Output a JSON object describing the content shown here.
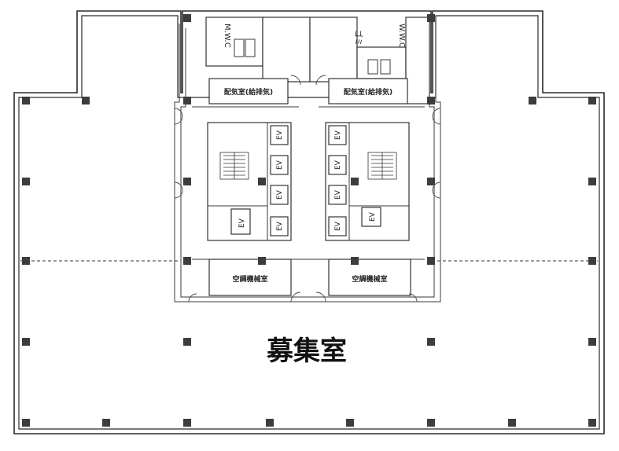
{
  "floor_plan": {
    "main_label": "募集室",
    "labels": {
      "wc_left": "M.W.C",
      "wc_right": "W.W.C",
      "top_center": "ゴミ",
      "room_top_left": "配気室(給排気)",
      "room_top_right": "配気室(給排気)",
      "room_bottom_left": "空調機械室",
      "room_bottom_right": "空調機械室"
    },
    "elevators": [
      {
        "label": "EV"
      },
      {
        "label": "EV"
      },
      {
        "label": "EV"
      },
      {
        "label": "EV"
      },
      {
        "label": "EV"
      },
      {
        "label": "EV"
      },
      {
        "label": "EV"
      },
      {
        "label": "EV"
      },
      {
        "label": "EV"
      },
      {
        "label": "EV"
      }
    ]
  }
}
